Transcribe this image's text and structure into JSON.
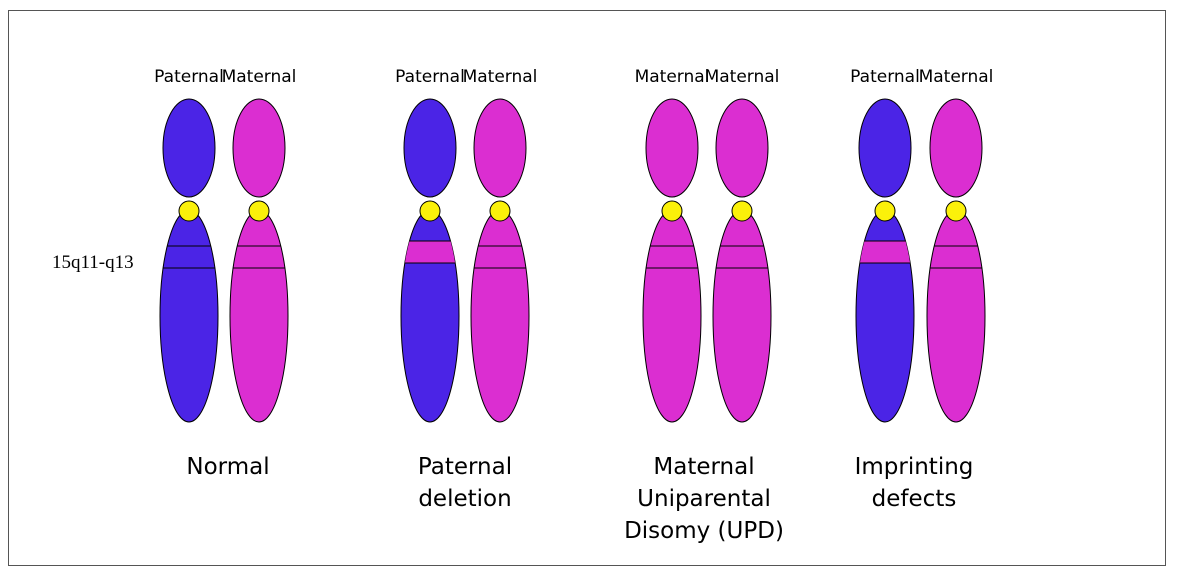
{
  "colors": {
    "paternal": "#4b24e6",
    "maternal": "#db2ed1",
    "centromere": "#fbf10a",
    "outline": "#000000"
  },
  "region_label": "15q11-q13",
  "panels": [
    {
      "caption": [
        "Normal"
      ],
      "chromosomes": [
        {
          "label": "Paternal",
          "color_key": "paternal",
          "band_state": "intact"
        },
        {
          "label": "Maternal",
          "color_key": "maternal",
          "band_state": "intact"
        }
      ]
    },
    {
      "caption": [
        "Paternal",
        "deletion"
      ],
      "chromosomes": [
        {
          "label": "Paternal",
          "color_key": "paternal",
          "band_state": "deleted"
        },
        {
          "label": "Maternal",
          "color_key": "maternal",
          "band_state": "intact"
        }
      ]
    },
    {
      "caption": [
        "Maternal",
        "Uniparental",
        "Disomy (UPD)"
      ],
      "chromosomes": [
        {
          "label": "Maternal",
          "color_key": "maternal",
          "band_state": "intact"
        },
        {
          "label": "Maternal",
          "color_key": "maternal",
          "band_state": "intact"
        }
      ]
    },
    {
      "caption": [
        "Imprinting",
        "defects"
      ],
      "chromosomes": [
        {
          "label": "Paternal",
          "color_key": "paternal",
          "band_state": "imprinted"
        },
        {
          "label": "Maternal",
          "color_key": "maternal",
          "band_state": "intact"
        }
      ]
    }
  ]
}
